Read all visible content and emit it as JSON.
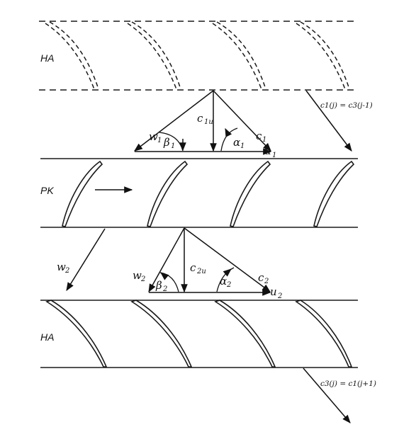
{
  "rows": {
    "top": "HA",
    "middle": "PK",
    "bottom": "HA"
  },
  "vectors": {
    "c1": "c",
    "c1_sub": "1",
    "w1": "w",
    "w1_sub": "1",
    "c1u": "c",
    "c1u_sub": "1u",
    "u1": "u",
    "u1_sub": "1",
    "alpha1": "α",
    "alpha1_sub": "1",
    "beta1": "β",
    "beta1_sub": "1",
    "c2": "c",
    "c2_sub": "2",
    "w2": "w",
    "w2_sub": "2",
    "c2u": "c",
    "c2u_sub": "2u",
    "u2": "u",
    "u2_sub": "2",
    "alpha2": "α",
    "alpha2_sub": "2",
    "beta2": "β",
    "beta2_sub": "2",
    "w2_out": "w",
    "w2_out_sub": "2"
  },
  "notes": {
    "inlet": "c1(j) = c3(j-1)",
    "outlet": "c3(j) = c1(j+1)"
  }
}
